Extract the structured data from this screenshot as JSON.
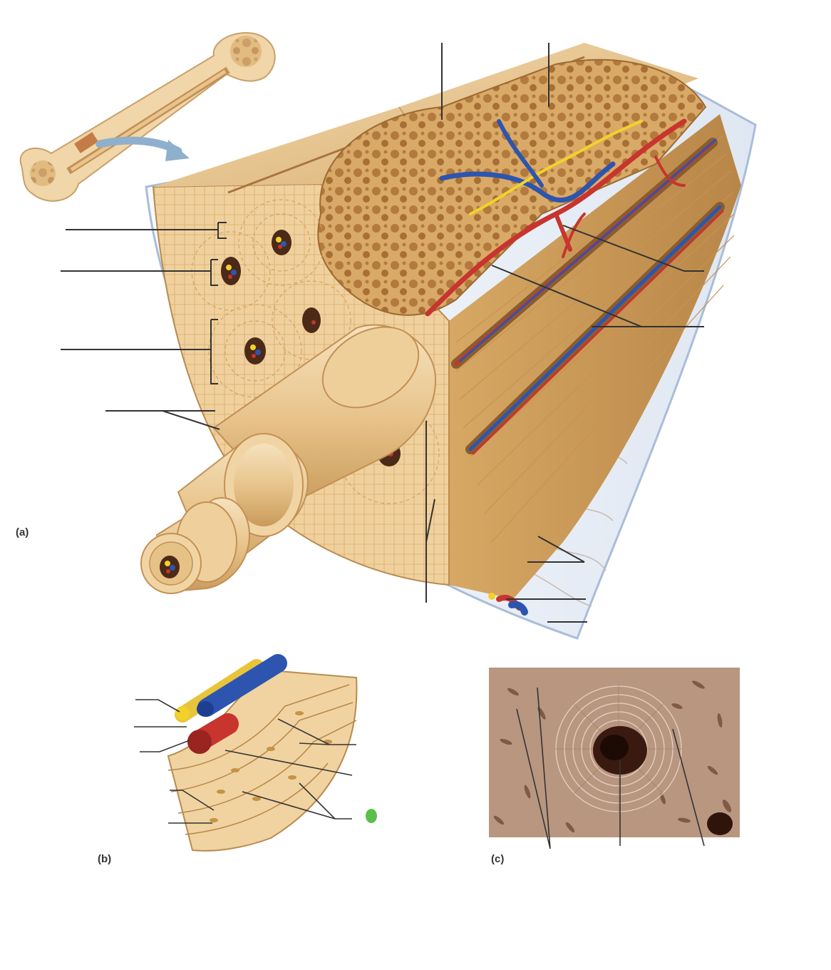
{
  "panels": {
    "a": {
      "label": "(a)"
    },
    "b": {
      "label": "(b)"
    },
    "c": {
      "label": "(c)"
    }
  },
  "colors": {
    "bone_light": "#f1d3a2",
    "bone_mid": "#e2b87a",
    "bone_dark": "#b98a4f",
    "lamella_line": "#c69a5e",
    "artery": "#c8342e",
    "vein": "#2d55b0",
    "nerve": "#f2d22a",
    "periosteum": "#eef2f8",
    "leader_line": "#333333",
    "micrograph_bg": "#c7a38e",
    "micrograph_dark": "#5a3226",
    "marker": "#5cbf4c"
  },
  "labels_text": []
}
